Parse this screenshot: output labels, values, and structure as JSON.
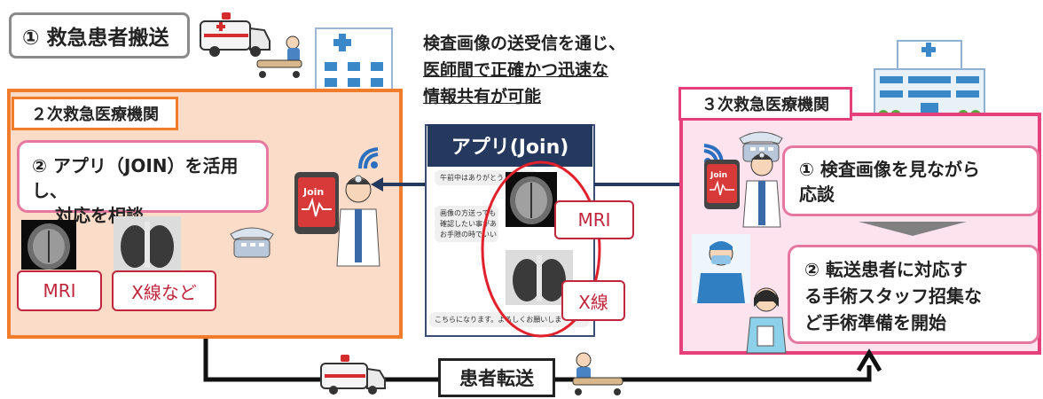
{
  "step1": {
    "label": "① 救急患者搬送"
  },
  "description": {
    "line1": "検査画像の送受信を通じ、",
    "line2": "医師間で正確かつ迅速な",
    "line3": "情報共有が可能"
  },
  "secondary": {
    "title": "２次救急医療機関",
    "callout_line1": "② アプリ（JOIN）を活用し、",
    "callout_line2": "対応を相談",
    "label_mri": "MRI",
    "label_xray": "X線など"
  },
  "app": {
    "title": "アプリ(Join)",
    "chat": [
      "午前中はありがとうございました",
      "画像の方送っても",
      "確認したい事があ",
      "お手隙の時でいい",
      "こちらになります。よろしくお願いしま"
    ],
    "label_mri": "MRI",
    "label_xray": "X線"
  },
  "tertiary": {
    "title": "３次救急医療機関",
    "callout1_line1": "①  検査画像を見ながら",
    "callout1_line2": "応談",
    "callout2_line1": "② 転送患者に対応す",
    "callout2_line2": "る手術スタッフ招集な",
    "callout2_line3": "ど手術準備を開始"
  },
  "transfer": {
    "label": "患者転送"
  },
  "colors": {
    "orange": "#f07c2c",
    "pink": "#e6407b",
    "navy": "#25385e",
    "red": "#c0263c"
  },
  "icons": [
    "ambulance-icon",
    "stretcher-icon",
    "hospital-icon",
    "doctor-icon",
    "phone-app-icon",
    "telephone-icon",
    "wifi-icon",
    "surgeon-icon",
    "nurse-icon"
  ]
}
